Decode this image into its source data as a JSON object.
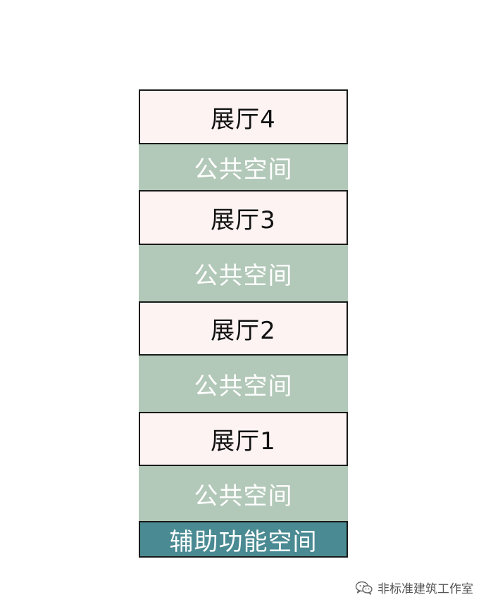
{
  "diagram": {
    "bands": [
      {
        "kind": "hall",
        "label": "展厅4"
      },
      {
        "kind": "public",
        "label": "公共空间"
      },
      {
        "kind": "hall",
        "label": "展厅3"
      },
      {
        "kind": "public",
        "label": "公共空间"
      },
      {
        "kind": "hall",
        "label": "展厅2"
      },
      {
        "kind": "public",
        "label": "公共空间"
      },
      {
        "kind": "hall",
        "label": "展厅1"
      },
      {
        "kind": "public",
        "label": "公共空间"
      },
      {
        "kind": "auxiliary",
        "label": "辅助功能空间"
      }
    ],
    "colors": {
      "hall_fill": "#fdf3f3",
      "public_fill": "#b2c8b8",
      "auxiliary_fill": "#4a8a93",
      "outline": "#1a1a1a"
    }
  },
  "watermark": {
    "icon": "wechat-icon",
    "text": "非标准建筑工作室"
  }
}
